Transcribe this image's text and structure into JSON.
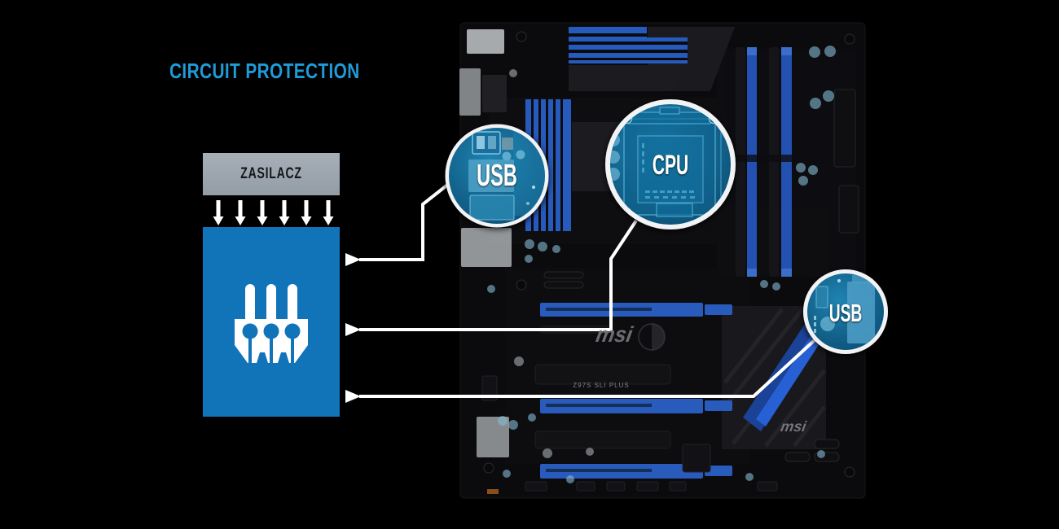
{
  "title": {
    "text": "CIRCUIT PROTECTION",
    "color": "#1f9bd7"
  },
  "power_box": {
    "label": "ZASILACZ",
    "bg_color": "#9ba4ac",
    "text_color": "#15181b"
  },
  "flow": {
    "arrow_count": 6,
    "arrow_color": "#ffffff"
  },
  "protection_box": {
    "bg_color": "#1173b8",
    "icon": "fuse-circuit-icon",
    "icon_color": "#ffffff"
  },
  "callouts": {
    "line_color": "#ffffff",
    "items": [
      {
        "id": "usb-top",
        "label": "USB"
      },
      {
        "id": "cpu",
        "label": "CPU"
      },
      {
        "id": "usb-bottom",
        "label": "USB"
      }
    ]
  },
  "motherboard": {
    "brand_center": "msi",
    "brand_chipset": "msi",
    "model": "Z97S SLI PLUS",
    "accent_blue": "#2a5fc8",
    "capacitor_color": "#8cc6e0"
  }
}
